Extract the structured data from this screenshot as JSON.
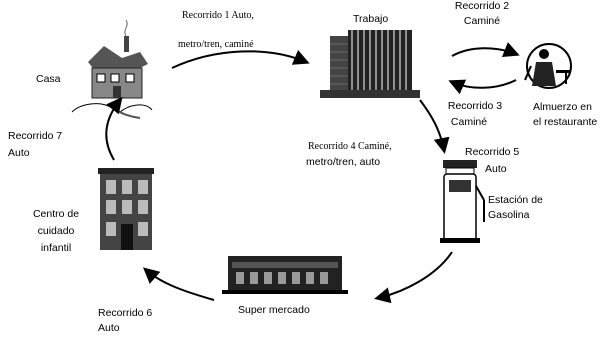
{
  "nodes": {
    "casa": "Casa",
    "trabajo": "Trabajo",
    "almuerzo_line1": "Almuerzo en",
    "almuerzo_line2": "el restaurante",
    "estacion_line1": "Estación de",
    "estacion_line2": "Gasolina",
    "supermercado": "Super mercado",
    "cuidado_line1": "Centro de",
    "cuidado_line2": "cuidado",
    "cuidado_line3": "infantil"
  },
  "routes": {
    "r1_line1": "Recorrido   1         Auto,",
    "r1_line2": "metro/tren, caminé",
    "r2_line1": "Recorrido 2",
    "r2_line2": "Caminé",
    "r3_line1": "Recorrido 3",
    "r3_line2": "Caminé",
    "r4_line1": "Recorrido 4  Caminé,",
    "r4_line2": "metro/tren, auto",
    "r5_line1": "Recorrido 5",
    "r5_line2": "Auto",
    "r6_line1": "Recorrido 6",
    "r6_line2": "Auto",
    "r7_line1": "Recorrido 7",
    "r7_line2": "Auto"
  }
}
